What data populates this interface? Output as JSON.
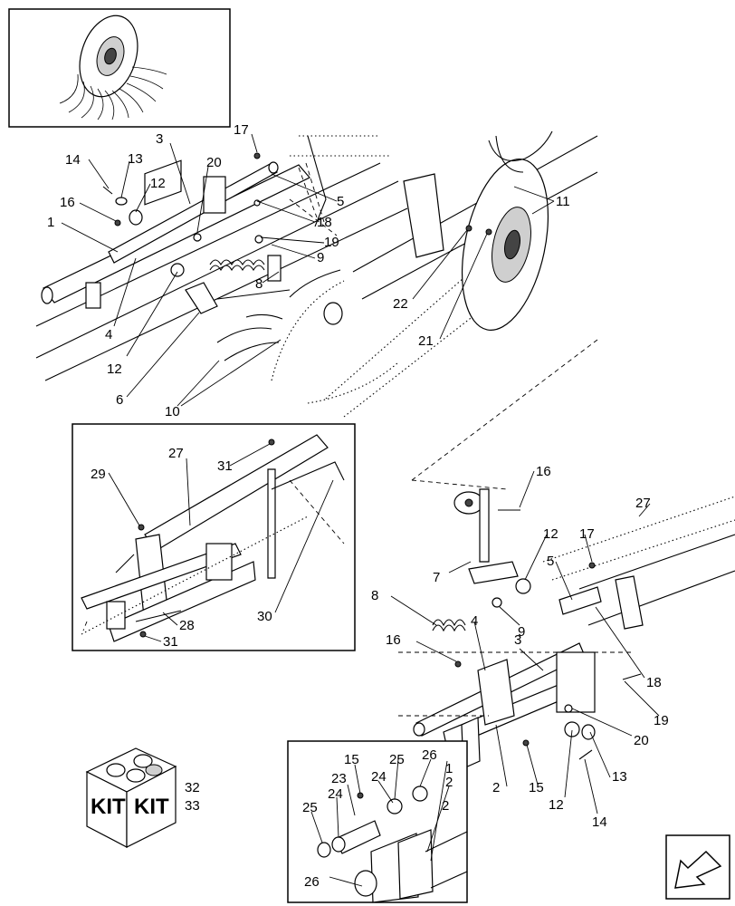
{
  "callouts": {
    "c1": "1",
    "c1b": "1",
    "c2": "2",
    "c2b": "2",
    "c2c": "2",
    "c3": "3",
    "c3b": "3",
    "c4": "4",
    "c4b": "4",
    "c5": "5",
    "c5b": "5",
    "c6": "6",
    "c7": "7",
    "c8": "8",
    "c8b": "8",
    "c9": "9",
    "c9b": "9",
    "c10": "10",
    "c11": "11",
    "c12": "12",
    "c12b": "12",
    "c12c": "12",
    "c12d": "12",
    "c13": "13",
    "c13b": "13",
    "c14": "14",
    "c14b": "14",
    "c15": "15",
    "c15b": "15",
    "c16": "16",
    "c16b": "16",
    "c16c": "16",
    "c17": "17",
    "c17b": "17",
    "c18": "18",
    "c18b": "18",
    "c19": "19",
    "c19b": "19",
    "c20": "20",
    "c20b": "20",
    "c21": "21",
    "c22": "22",
    "c23": "23",
    "c24": "24",
    "c24b": "24",
    "c25": "25",
    "c25b": "25",
    "c26": "26",
    "c26b": "26",
    "c27": "27",
    "c27b": "27",
    "c28": "28",
    "c29": "29",
    "c30": "30",
    "c31": "31",
    "c31b": "31",
    "c32": "32",
    "c33": "33"
  },
  "kit": {
    "label_left": "KIT",
    "label_right": "KIT"
  },
  "nav": {
    "icon": "arrow-down-left-icon"
  }
}
